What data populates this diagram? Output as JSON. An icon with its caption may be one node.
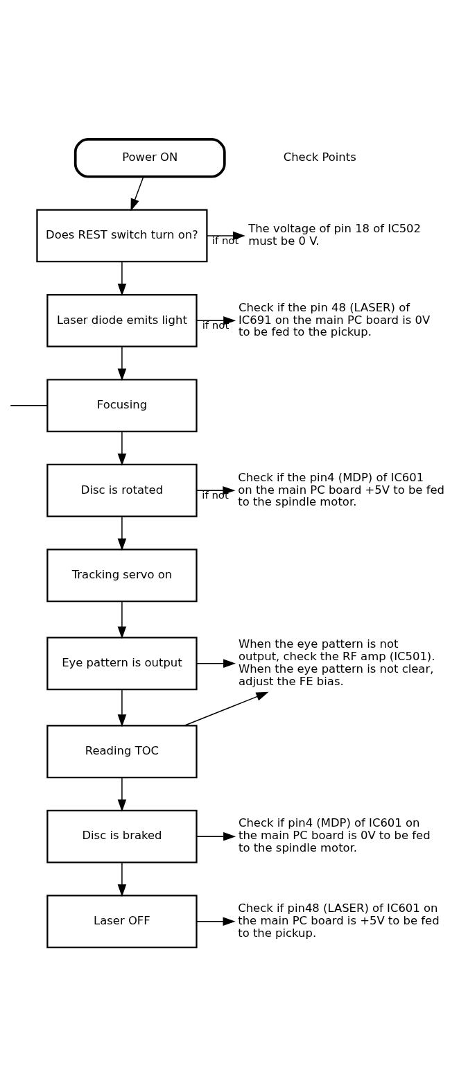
{
  "diagram": {
    "nodes": [
      {
        "text": [
          "Power ON"
        ]
      },
      {
        "text": [
          "Does REST switch turn on?"
        ]
      },
      {
        "text": [
          "The voltage of pin 18 of IC502 must be 0 V."
        ]
      },
      {
        "text": [
          "Laser diode emits light"
        ]
      },
      {
        "text": [
          "Check if the pin 48 (LASER) of IC691 on the main PC board is 0V to be fed to the pickup."
        ]
      },
      {
        "text": [
          "Focusing"
        ]
      },
      {
        "text": [
          "Disc is rotated"
        ]
      },
      {
        "text": [
          "Check if the pin4 (MDP) of IC601 on the main PC board +5V to be fed to the spindle motor."
        ]
      },
      {
        "text": [
          "Tracking servo on"
        ]
      },
      {
        "text": [
          "Eye pattern is output"
        ]
      },
      {
        "text": [
          "When the eye pattern is not output, check the RF amp (IC501). When the eye pattern is not clear, adjust the FE bias."
        ]
      },
      {
        "text": [
          "Reading TOC"
        ]
      },
      {
        "text": [
          "Disc is braked"
        ]
      },
      {
        "text": [
          "Check if pin4 (MDP) of IC601 on the main PC board is 0V to be fed to the spindle motor."
        ]
      },
      {
        "text": [
          "Laser OFF"
        ]
      },
      {
        "text": [
          "Check if pin48 (LASER) of IC601 on the main PC board is +5V to be fed to the pickup."
        ]
      }
    ],
    "edges": [
      {
        "from": 0,
        "to": 1,
        "arrow": "to"
      },
      {
        "from": 1,
        "to": 2,
        "arrow": "to",
        "label": "if not"
      },
      {
        "from": 1,
        "to": 3,
        "arrow": "to"
      },
      {
        "from": 3,
        "to": 4,
        "arrow": "to",
        "label": "if not"
      },
      {
        "from": 3,
        "to": 5,
        "arrow": "to"
      },
      {
        "from": null,
        "to": 5,
        "arrow": "none"
      },
      {
        "from": 5,
        "to": 6,
        "arrow": "to"
      },
      {
        "from": 6,
        "to": 7,
        "arrow": "to",
        "label": "if not"
      },
      {
        "from": 6,
        "to": 8,
        "arrow": "to"
      },
      {
        "from": 8,
        "to": 9,
        "arrow": "to"
      },
      {
        "from": 9,
        "to": 10,
        "arrow": "to"
      },
      {
        "from": 9,
        "to": 11,
        "arrow": "to"
      },
      {
        "from": 11,
        "to": 10,
        "arrow": "to"
      },
      {
        "from": 11,
        "to": 12,
        "arrow": "to"
      },
      {
        "from": 12,
        "to": 13,
        "arrow": "to"
      },
      {
        "from": 12,
        "to": 14,
        "arrow": "to"
      },
      {
        "from": 14,
        "to": 15,
        "arrow": "to"
      }
    ],
    "labels": [
      "Check Points"
    ]
  }
}
